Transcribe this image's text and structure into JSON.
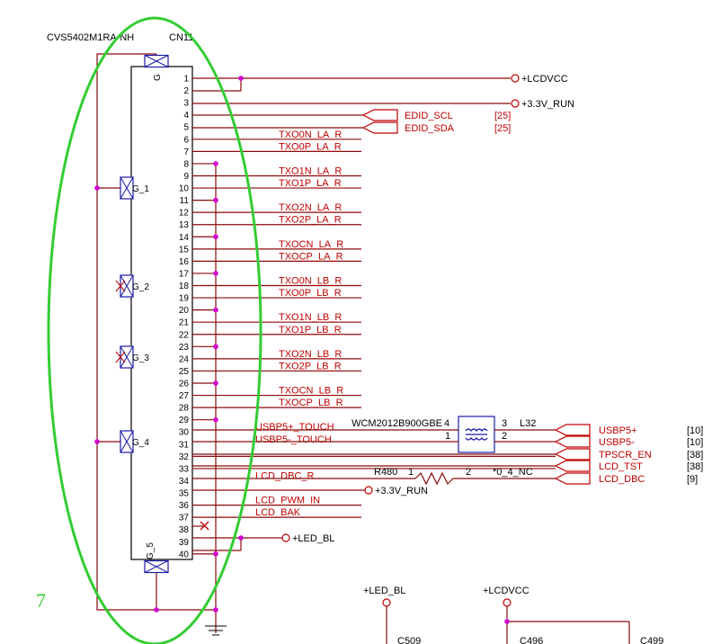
{
  "component": {
    "part": "CVS5402M1RA-NH",
    "ref": "CN11",
    "g_label": "G"
  },
  "pins": [
    {
      "num": "1",
      "net": "+LCDVCC"
    },
    {
      "num": "2",
      "net": ""
    },
    {
      "num": "3",
      "net": "+3.3V_RUN"
    },
    {
      "num": "4",
      "net": "EDID_SCL"
    },
    {
      "num": "5",
      "net": "EDID_SDA"
    },
    {
      "num": "6",
      "net": "TXO0N_LA_R"
    },
    {
      "num": "7",
      "net": "TXO0P_LA_R"
    },
    {
      "num": "8",
      "net": ""
    },
    {
      "num": "9",
      "net": "TXO1N_LA_R"
    },
    {
      "num": "10",
      "net": "TXO1P_LA_R"
    },
    {
      "num": "11",
      "net": ""
    },
    {
      "num": "12",
      "net": "TXO2N_LA_R"
    },
    {
      "num": "13",
      "net": "TXO2P_LA_R"
    },
    {
      "num": "14",
      "net": ""
    },
    {
      "num": "15",
      "net": "TXOCN_LA_R"
    },
    {
      "num": "16",
      "net": "TXOCP_LA_R"
    },
    {
      "num": "17",
      "net": ""
    },
    {
      "num": "18",
      "net": "TXO0N_LB_R"
    },
    {
      "num": "19",
      "net": "TXO0P_LB_R"
    },
    {
      "num": "20",
      "net": ""
    },
    {
      "num": "21",
      "net": "TXO1N_LB_R"
    },
    {
      "num": "22",
      "net": "TXO1P_LB_R"
    },
    {
      "num": "23",
      "net": ""
    },
    {
      "num": "24",
      "net": "TXO2N_LB_R"
    },
    {
      "num": "25",
      "net": "TXO2P_LB_R"
    },
    {
      "num": "26",
      "net": ""
    },
    {
      "num": "27",
      "net": "TXOCN_LB_R"
    },
    {
      "num": "28",
      "net": "TXOCP_LB_R"
    },
    {
      "num": "29",
      "net": ""
    },
    {
      "num": "30",
      "net": "USBP5+_TOUCH"
    },
    {
      "num": "31",
      "net": "USBP5-_TOUCH"
    },
    {
      "num": "32",
      "net": "TPSCR_EN"
    },
    {
      "num": "33",
      "net": "LCD_TST"
    },
    {
      "num": "34",
      "net": "LCD_DBC_R"
    },
    {
      "num": "35",
      "net": "+3.3V_RUN"
    },
    {
      "num": "36",
      "net": "LCD_PWM_IN"
    },
    {
      "num": "37",
      "net": "LCD_BAK"
    },
    {
      "num": "38",
      "net": ""
    },
    {
      "num": "39",
      "net": "+LED_BL"
    },
    {
      "num": "40",
      "net": ""
    }
  ],
  "ground_pins": [
    "G_1",
    "G_2",
    "G_3",
    "G_4",
    "G_5"
  ],
  "power": {
    "lcdvcc": "+LCDVCC",
    "run33": "+3.3V_RUN",
    "ledbl": "+LED_BL"
  },
  "offpage": [
    {
      "name": "EDID_SCL",
      "ref": "[25]"
    },
    {
      "name": "EDID_SDA",
      "ref": "[25]"
    },
    {
      "name": "USBP5+",
      "ref": "[10]"
    },
    {
      "name": "USBP5-",
      "ref": "[10]"
    },
    {
      "name": "TPSCR_EN",
      "ref": "[38]"
    },
    {
      "name": "LCD_TST",
      "ref": "[38]"
    },
    {
      "name": "LCD_DBC",
      "ref": "[9]"
    }
  ],
  "choke": {
    "part": "WCM2012B900GBE",
    "ref": "L32",
    "pins": [
      "4",
      "3",
      "1",
      "2"
    ]
  },
  "resistor": {
    "ref": "R480",
    "value": "*0_4_NC",
    "pins": [
      "1",
      "2"
    ]
  },
  "caps": [
    "C509",
    "C496",
    "C499"
  ],
  "bottom_power": [
    "+LED_BL",
    "+LCDVCC"
  ],
  "annotation": "7",
  "colors": {
    "wire": "#8b0a0a",
    "label": "#c00000",
    "junction": "#d000d0",
    "ellipse": "#33cc33",
    "symbol": "#1a1aa8"
  }
}
